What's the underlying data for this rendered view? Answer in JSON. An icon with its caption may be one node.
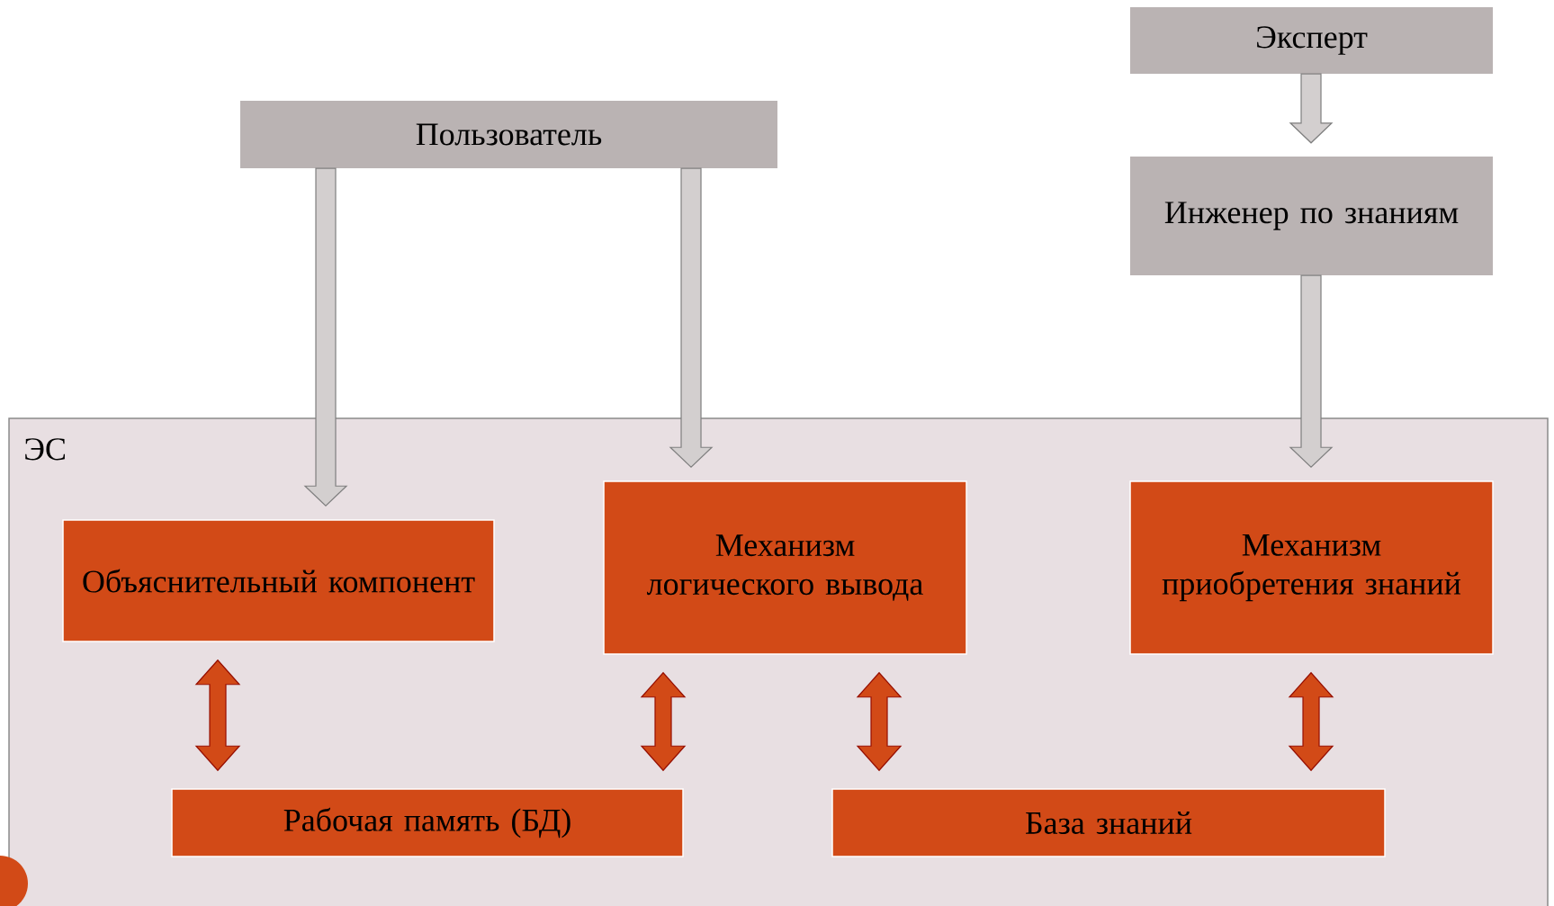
{
  "diagram": {
    "nodes": [
      {
        "text": [
          "Пользователь"
        ]
      },
      {
        "text": [
          "Эксперт"
        ]
      },
      {
        "text": [
          "Инженер по знаниям"
        ]
      },
      {
        "text": [
          "ЭС"
        ]
      },
      {
        "text": [
          "Объяснительный компонент"
        ],
        "in": 3
      },
      {
        "text": [
          "Механизм логического вывода"
        ],
        "in": 3
      },
      {
        "text": [
          "Механизм приобретения знаний"
        ],
        "in": 3
      },
      {
        "text": [
          "Рабочая память (БД)"
        ],
        "in": 3
      },
      {
        "text": [
          "База знаний"
        ],
        "in": 3
      }
    ],
    "edges": [
      {
        "from": 0,
        "to": 4,
        "arrow": "to"
      },
      {
        "from": 0,
        "to": 5,
        "arrow": "to"
      },
      {
        "from": 1,
        "to": 2,
        "arrow": "to"
      },
      {
        "from": 2,
        "to": 6,
        "arrow": "to"
      },
      {
        "from": 4,
        "to": 7,
        "arrow": "both",
        "color": "#d24a17"
      },
      {
        "from": 5,
        "to": 7,
        "arrow": "both",
        "color": "#d24a17"
      },
      {
        "from": 5,
        "to": 8,
        "arrow": "both",
        "color": "#d24a17"
      },
      {
        "from": 6,
        "to": 8,
        "arrow": "both",
        "color": "#d24a17"
      }
    ]
  }
}
